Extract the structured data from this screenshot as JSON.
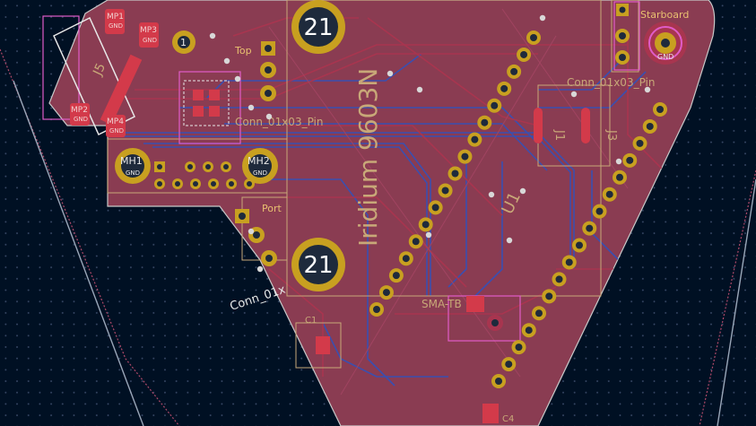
{
  "canvas": {
    "background": "#001023",
    "grid_dot": "#3a4a68"
  },
  "colors": {
    "board_fill": "#8a3c52",
    "edge": "#c8c8c8",
    "fcu": "#a8354f",
    "bcu": "#3a4fb0",
    "pad": "#c8a020",
    "pad_hole": "#1e2a3c",
    "silk": "#e8e8e8",
    "fab": "#f0a0a8",
    "courtyard": "#e05cc8",
    "bbox": "#c8a878",
    "label_red": "#ff6060"
  },
  "mounting": [
    {
      "label": "21",
      "name": "mh-21-top"
    },
    {
      "label": "21",
      "name": "mh-21-bottom"
    }
  ],
  "labels": {
    "module_value": "Iridium 9603N",
    "module_ref": "U1",
    "starboard": "Starboard",
    "top": "Top",
    "port": "Port",
    "conn_right": "Conn_01x03_Pin",
    "conn_mid": "Conn_01x03_Pin",
    "conn_left": "Conn_01x",
    "j1": "J1",
    "j3": "J3",
    "j5": "J5",
    "mh1": "MH1",
    "mh2": "MH2",
    "mp1": "MP1",
    "mp2": "MP2",
    "mp3": "MP3",
    "mp4": "MP4",
    "gnd": "GND",
    "one": "1",
    "c1": "C1",
    "sma": "SMA-TB",
    "c4": "C4"
  }
}
